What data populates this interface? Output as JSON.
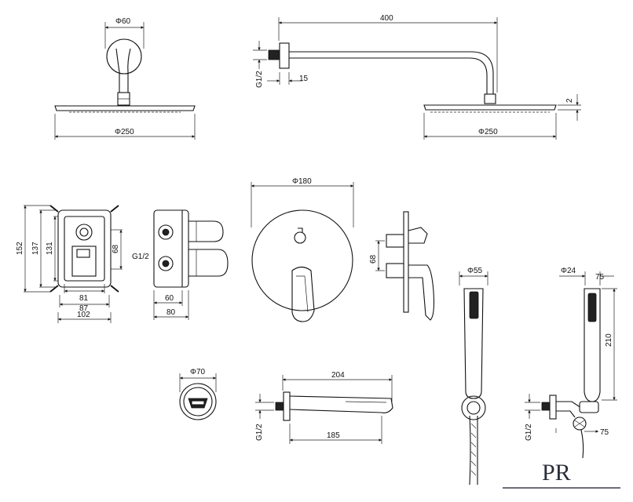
{
  "colors": {
    "line": "#111111",
    "background": "#ffffff",
    "logo": "#2a2f3a"
  },
  "shower_head": {
    "top": {
      "diameter_label": "Φ60",
      "width_label": "Φ250"
    },
    "side": {
      "length_label": "400",
      "thread_label": "G1/2",
      "offset_label": "15",
      "thickness_label": "2",
      "width_label": "Φ250"
    }
  },
  "valve_box": {
    "front": {
      "height_outer": "152",
      "height_mid": "137",
      "height_inner": "131",
      "right_label": "68",
      "w1": "81",
      "w2": "87",
      "w3": "102"
    },
    "side": {
      "thread_label": "G1/2",
      "depth_inner": "60",
      "depth_outer": "80"
    }
  },
  "trim_plate": {
    "diameter_label": "Φ180",
    "side_height_label": "68"
  },
  "spout": {
    "diameter_label": "Φ70",
    "length_label": "204",
    "reach_label": "185",
    "thread_label": "G1/2"
  },
  "hand_shower": {
    "diameter_label": "Φ55"
  },
  "holder": {
    "diameter_label": "Φ24",
    "height_label": "210",
    "top_offset_label": "75",
    "bottom_offset_label": "75",
    "thread_label": "G1/2"
  },
  "logo": {
    "text": "PR"
  }
}
